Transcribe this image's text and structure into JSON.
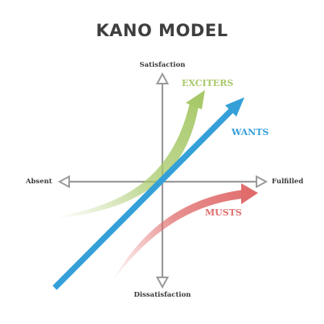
{
  "title": "KANO MODEL",
  "axes": {
    "top": "Satisfaction",
    "bottom": "Dissatisfaction",
    "left": "Absent",
    "right": "Fulfilled"
  },
  "curves": [
    {
      "id": "exciters",
      "label": "EXCITERS",
      "color": "#a8c96a"
    },
    {
      "id": "wants",
      "label": "WANTS",
      "color": "#35a0d8"
    },
    {
      "id": "musts",
      "label": "MUSTS",
      "color": "#e06c6c"
    }
  ],
  "colors": {
    "axis": "#9a9a9a",
    "title": "#3f3f3f"
  }
}
